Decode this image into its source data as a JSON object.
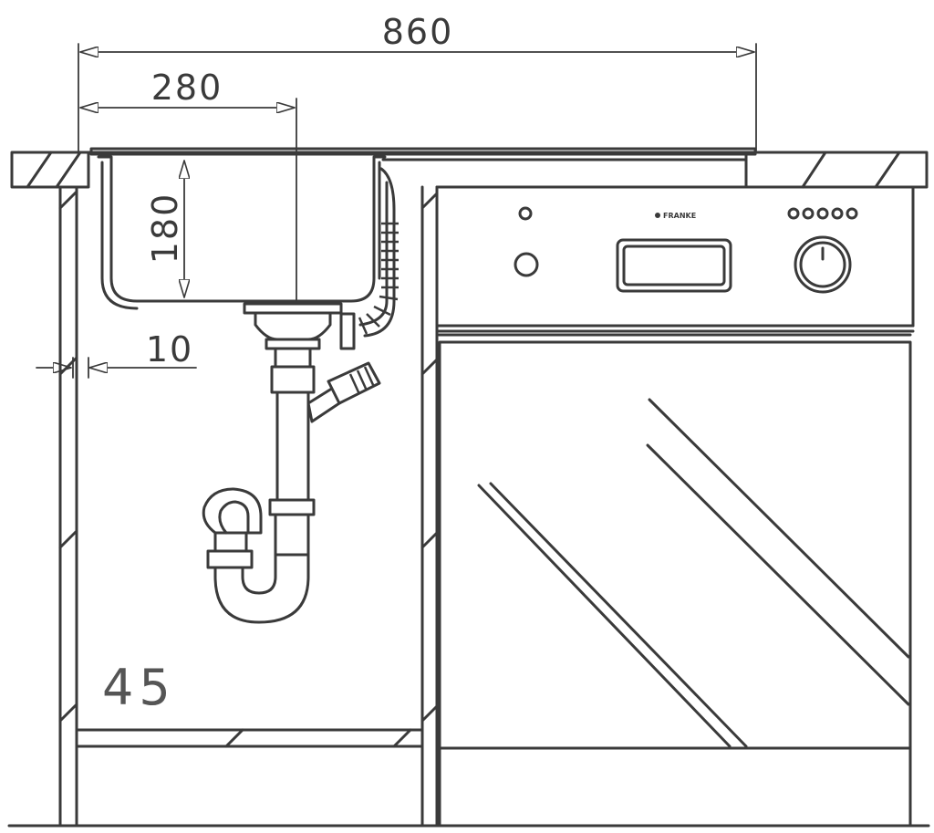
{
  "dimensions": {
    "overall_width": "860",
    "bowl_width": "280",
    "bowl_depth": "180",
    "edge_offset": "10"
  },
  "cabinet_label": "45",
  "appliance": {
    "brand_text": "FRANKE",
    "indicator_lights": 5,
    "icons": [
      "power-button-icon",
      "program-knob-icon",
      "display-panel-icon"
    ]
  },
  "colors": {
    "line": "#3a3a3a",
    "background": "#ffffff"
  }
}
